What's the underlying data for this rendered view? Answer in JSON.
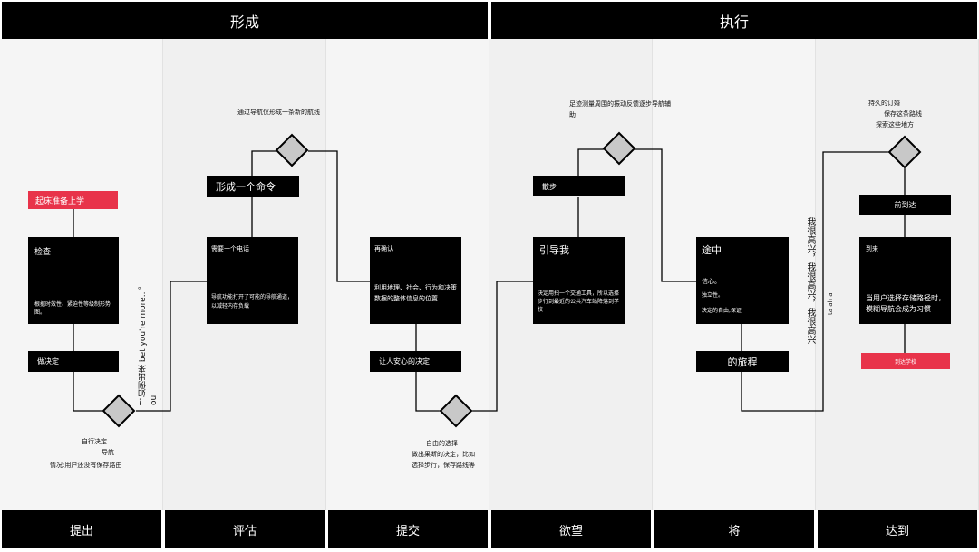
{
  "headers": {
    "left": "形成",
    "right": "执行"
  },
  "footers": [
    "提出",
    "评估",
    "提交",
    "欲望",
    "将",
    "达到"
  ],
  "col1": {
    "start_label": "起床准备上学",
    "box_title": "检查",
    "box_body": "根据时效性、紧迫性等级制形势图。",
    "bar_label": "做决定",
    "caption_line1": "自行决定",
    "caption_line2": "导航",
    "caption_line3": "情况:用户还没有保存路由"
  },
  "col2": {
    "top_caption": "通过导航仪形成一条新的航线",
    "command_bar": "形成一个命令",
    "box_title": "需要一个电话",
    "box_body": "导航功能打开了可能的导航通道，以减轻内存负载",
    "side_text": "！如例出来 bet you're more.. 。 ou"
  },
  "col3": {
    "box_title": "再确认",
    "box_body": "利用地理、社会、行为和决策数据的整体信息的位置",
    "bar_label": "让人安心的决定",
    "caption_line1": "自由的选择",
    "caption_line2": "做出果断的决定，比如",
    "caption_line3": "选择步行，保存路线等"
  },
  "col4": {
    "top_caption_line1": "足迹测量周围的振动反馈逐步导航辅",
    "top_caption_line2": "助",
    "small_bar": "散步",
    "box_title": "引导我",
    "box_body": "决定用扫一个交通工具，所以选择步行到最近的公共汽车站降落到学校"
  },
  "col5": {
    "box_title": "途中",
    "box_line1": "信心。",
    "box_line2": "独立性。",
    "box_line3": "决定的自由,保证",
    "bar_label": "的旅程",
    "side_text_a": "我很高兴，我很高兴，我很高兴",
    "side_text_b": "ta ah a"
  },
  "col6": {
    "top_caption_line1": "持久的订婚",
    "top_caption_line2": "保存这条路线",
    "top_caption_line3": "探索这些地方",
    "bar_label": "前到达",
    "box_title": "到来",
    "box_body": "当用户选择存储路径时，模糊导航会成为习惯",
    "end_label": "到达学校"
  },
  "colors": {
    "accent": "#e8334a",
    "diamond": "#c8c8c8",
    "bar": "#000000"
  }
}
